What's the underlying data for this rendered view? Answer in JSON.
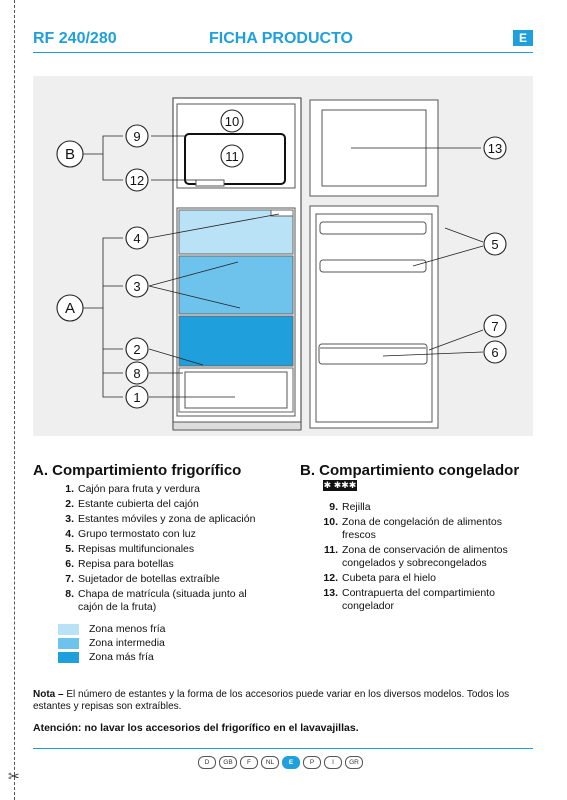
{
  "header": {
    "model": "RF 240/280",
    "title": "FICHA PRODUCTO",
    "lang_badge": "E"
  },
  "callouts": {
    "group_b": "B",
    "group_a": "A",
    "n1": "1",
    "n2": "2",
    "n3": "3",
    "n4": "4",
    "n5": "5",
    "n6": "6",
    "n7": "7",
    "n8": "8",
    "n9": "9",
    "n10": "10",
    "n11": "11",
    "n12": "12",
    "n13": "13"
  },
  "section_a": {
    "title": "A. Compartimiento frigorífico",
    "items": [
      {
        "num": "1.",
        "text": "Cajón para fruta y verdura"
      },
      {
        "num": "2.",
        "text": "Estante cubierta del cajón"
      },
      {
        "num": "3.",
        "text": "Estantes móviles y zona de aplicación"
      },
      {
        "num": "4.",
        "text": "Grupo termostato con luz"
      },
      {
        "num": "5.",
        "text": "Repisas multifuncionales"
      },
      {
        "num": "6.",
        "text": "Repisa para botellas"
      },
      {
        "num": "7.",
        "text": "Sujetador de botellas extraíble"
      },
      {
        "num": "8.",
        "text": "Chapa de matrícula (situada junto al cajón de la fruta)"
      }
    ]
  },
  "section_b": {
    "title": "B. Compartimiento congelador",
    "star_rating": "✱ ✱✱✱",
    "items": [
      {
        "num": "9.",
        "text": "Rejilla"
      },
      {
        "num": "10.",
        "text": "Zona de congelación de alimentos frescos"
      },
      {
        "num": "11.",
        "text": "Zona de conservación de alimentos congelados y sobrecongelados"
      },
      {
        "num": "12.",
        "text": "Cubeta para el hielo"
      },
      {
        "num": "13.",
        "text": "Contrapuerta del compartimiento congelador"
      }
    ]
  },
  "legend": [
    {
      "label": "Zona menos fría",
      "color": "#b9e2f6"
    },
    {
      "label": "Zona intermedia",
      "color": "#6dc3ec"
    },
    {
      "label": "Zona más fría",
      "color": "#1fa0dc"
    }
  ],
  "note": {
    "lead": "Nota –",
    "text": "El número de estantes y la forma de los accesorios puede variar en los diversos modelos. Todos los estantes y repisas son extraíbles."
  },
  "warning": "Atención: no lavar los accesorios del frigorífico en el lavavajillas.",
  "languages": [
    {
      "code": "D",
      "active": false
    },
    {
      "code": "GB",
      "active": false
    },
    {
      "code": "F",
      "active": false
    },
    {
      "code": "NL",
      "active": false
    },
    {
      "code": "E",
      "active": true
    },
    {
      "code": "P",
      "active": false
    },
    {
      "code": "I",
      "active": false
    },
    {
      "code": "GR",
      "active": false
    }
  ],
  "colors": {
    "accent": "#1fa0dc"
  }
}
